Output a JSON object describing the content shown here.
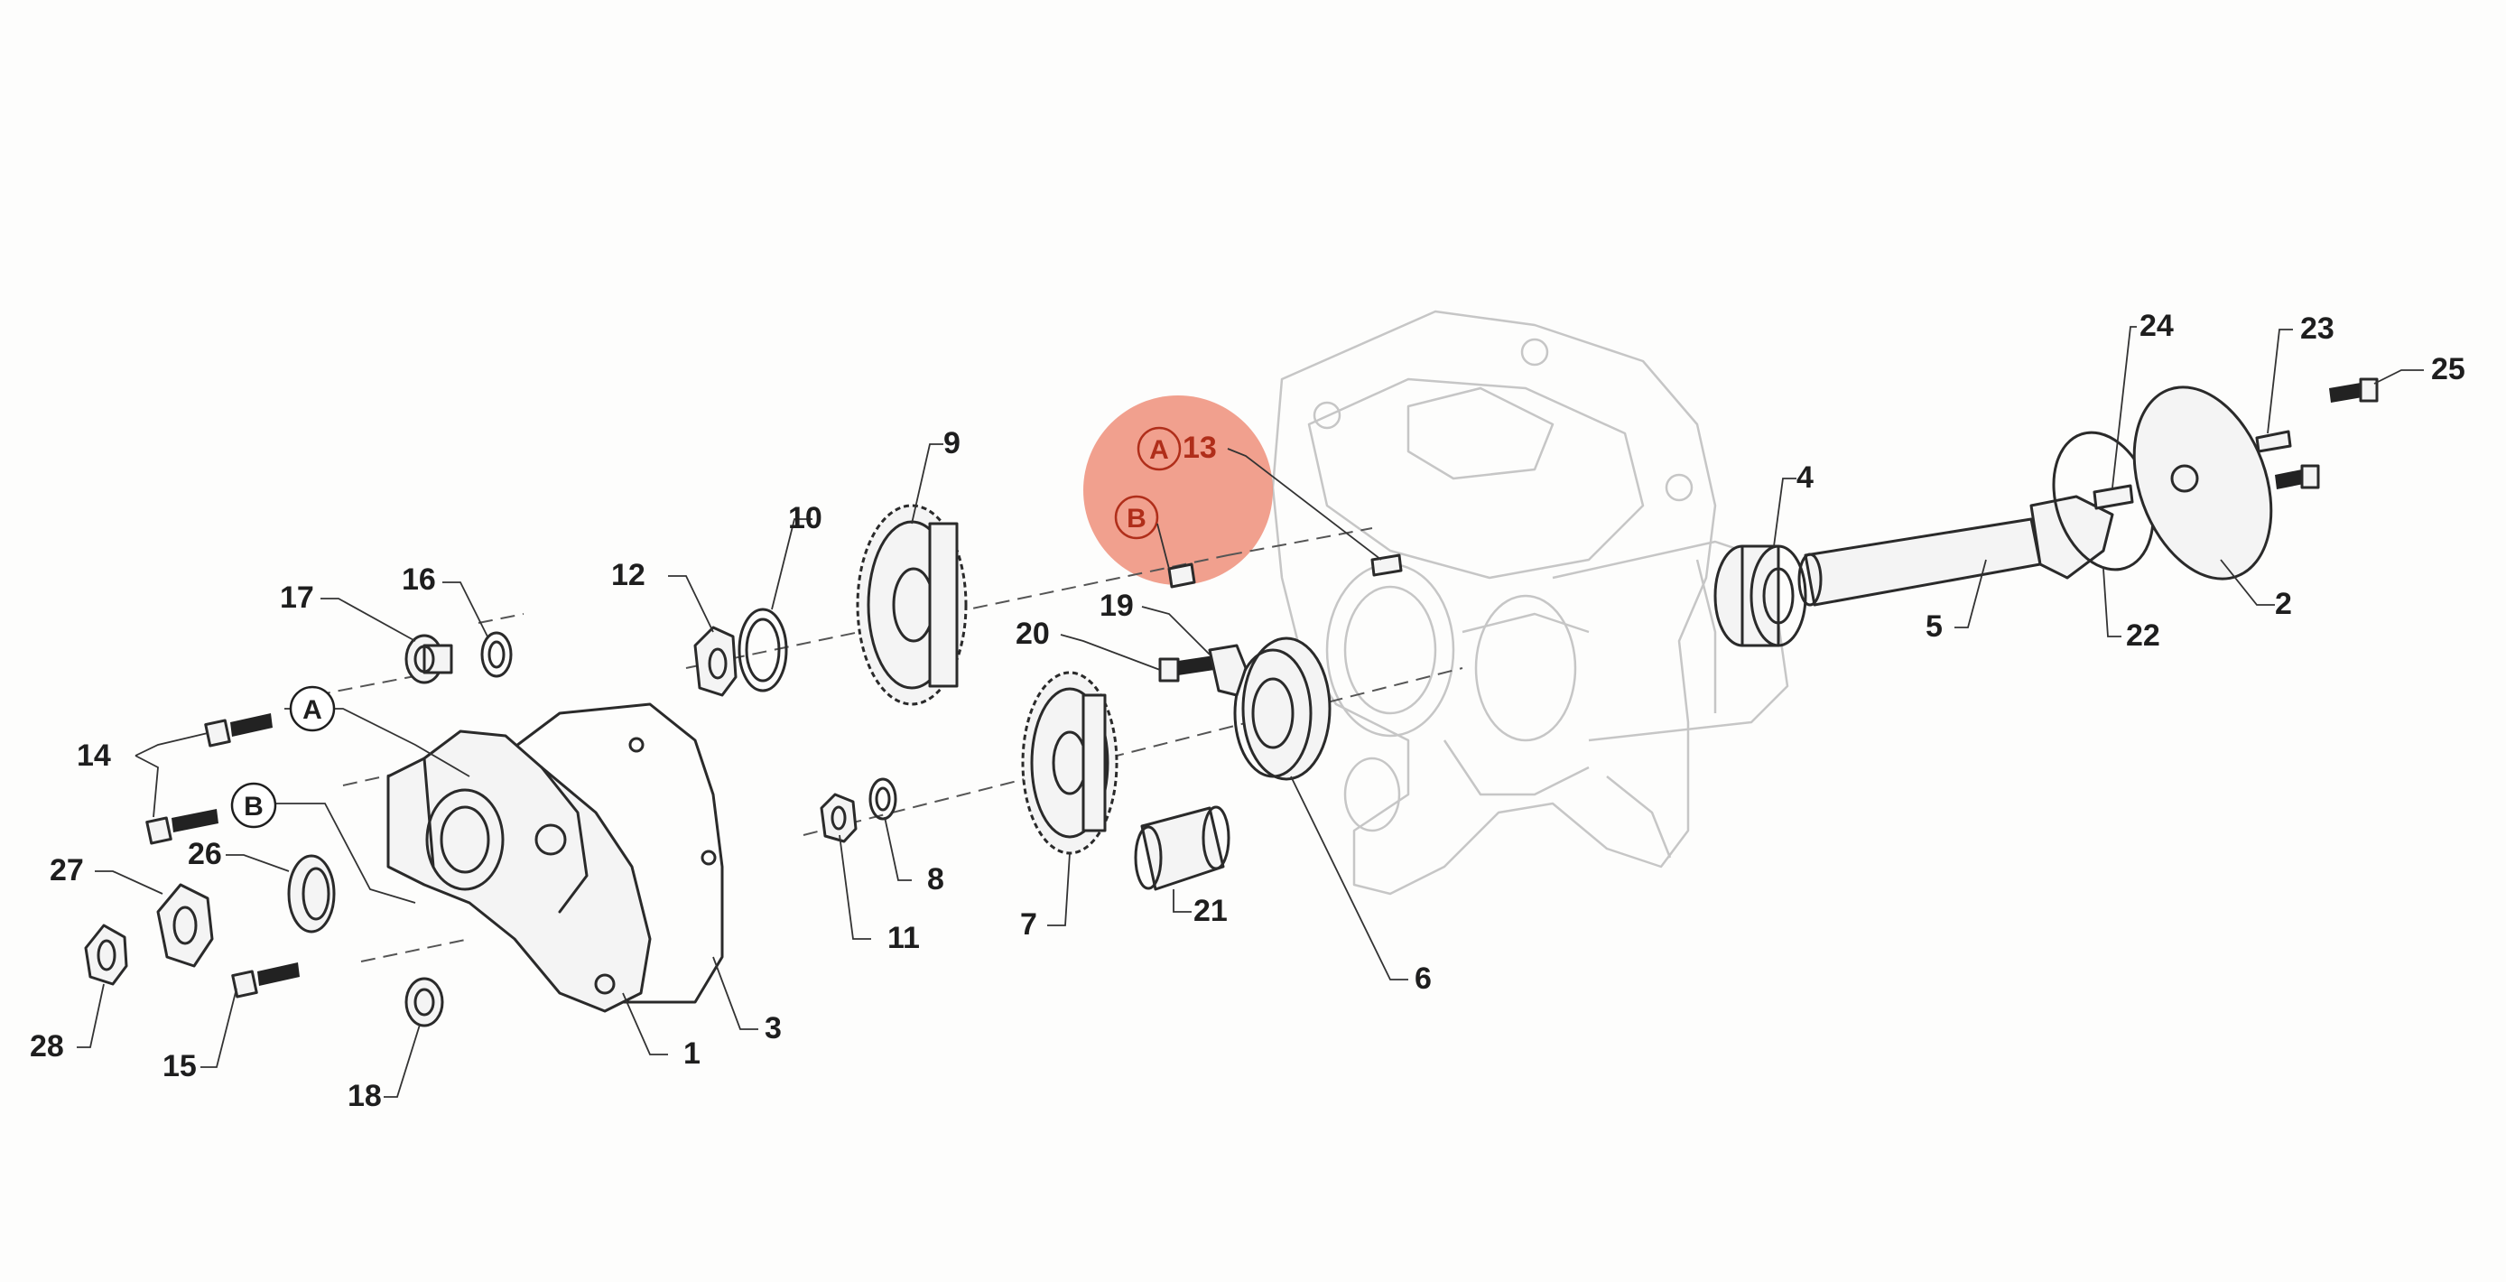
{
  "diagram": {
    "highlight_color": "#ef8f7a",
    "highlight_text_color": "#b02e1a",
    "callouts": [
      {
        "id": "c1",
        "text": "1"
      },
      {
        "id": "c2",
        "text": "2"
      },
      {
        "id": "c3",
        "text": "3"
      },
      {
        "id": "c4",
        "text": "4"
      },
      {
        "id": "c5",
        "text": "5"
      },
      {
        "id": "c6",
        "text": "6"
      },
      {
        "id": "c7",
        "text": "7"
      },
      {
        "id": "c8",
        "text": "8"
      },
      {
        "id": "c9",
        "text": "9"
      },
      {
        "id": "c10",
        "text": "10"
      },
      {
        "id": "c11",
        "text": "11"
      },
      {
        "id": "c12",
        "text": "12"
      },
      {
        "id": "c13",
        "text": "13"
      },
      {
        "id": "c14",
        "text": "14"
      },
      {
        "id": "c15",
        "text": "15"
      },
      {
        "id": "c16",
        "text": "16"
      },
      {
        "id": "c17",
        "text": "17"
      },
      {
        "id": "c18",
        "text": "18"
      },
      {
        "id": "c19",
        "text": "19"
      },
      {
        "id": "c20",
        "text": "20"
      },
      {
        "id": "c21",
        "text": "21"
      },
      {
        "id": "c22",
        "text": "22"
      },
      {
        "id": "c23",
        "text": "23"
      },
      {
        "id": "c24",
        "text": "24"
      },
      {
        "id": "c25",
        "text": "25"
      },
      {
        "id": "c26",
        "text": "26"
      },
      {
        "id": "c27",
        "text": "27"
      },
      {
        "id": "c28",
        "text": "28"
      }
    ],
    "markers": {
      "a_left": "A",
      "b_left": "B",
      "a_highlight": "A",
      "b_highlight": "B"
    }
  }
}
